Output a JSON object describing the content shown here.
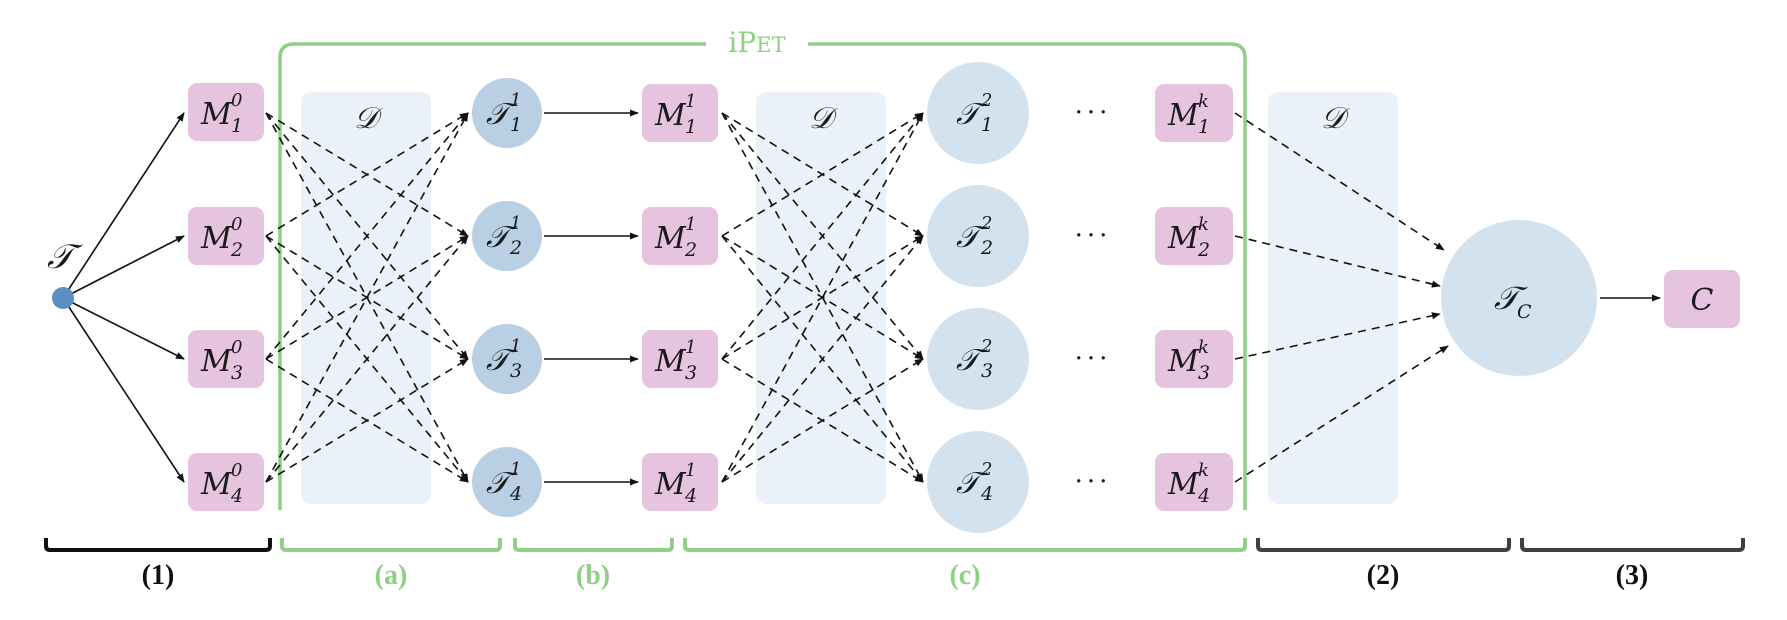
{
  "colors": {
    "model_box": "#e6c3df",
    "task_circle_small": "#b9cfe3",
    "task_circle_large": "#d3e2ef",
    "dataset_panel": "#eaf1f8",
    "input_dot": "#5b8fc1",
    "ipet_accent": "#8fcf86",
    "bracket_dark": "#111111",
    "bracket_gray": "#3f3f3f"
  },
  "input_task": {
    "symbol": "𝒯"
  },
  "dataset_symbol": "𝒟",
  "ipet": {
    "label_prefix": "i",
    "label_main": "P",
    "label_small_caps": "ET"
  },
  "dots": "···",
  "gen0": {
    "base": "M",
    "sup": "0",
    "items": [
      {
        "sub": "1"
      },
      {
        "sub": "2"
      },
      {
        "sub": "3"
      },
      {
        "sub": "4"
      }
    ]
  },
  "tasks1": {
    "base": "𝒯",
    "sup": "1",
    "items": [
      {
        "sub": "1"
      },
      {
        "sub": "2"
      },
      {
        "sub": "3"
      },
      {
        "sub": "4"
      }
    ]
  },
  "gen1": {
    "base": "M",
    "sup": "1",
    "items": [
      {
        "sub": "1"
      },
      {
        "sub": "2"
      },
      {
        "sub": "3"
      },
      {
        "sub": "4"
      }
    ]
  },
  "tasks2": {
    "base": "𝒯",
    "sup": "2",
    "items": [
      {
        "sub": "1"
      },
      {
        "sub": "2"
      },
      {
        "sub": "3"
      },
      {
        "sub": "4"
      }
    ]
  },
  "genk": {
    "base": "M",
    "sup": "k",
    "items": [
      {
        "sub": "1"
      },
      {
        "sub": "2"
      },
      {
        "sub": "3"
      },
      {
        "sub": "4"
      }
    ]
  },
  "final_task": {
    "base": "𝒯",
    "sub": "C"
  },
  "classifier": {
    "symbol": "C"
  },
  "stage_labels": {
    "s1": "(1)",
    "a": "(a)",
    "b": "(b)",
    "c": "(c)",
    "s2": "(2)",
    "s3": "(3)"
  }
}
